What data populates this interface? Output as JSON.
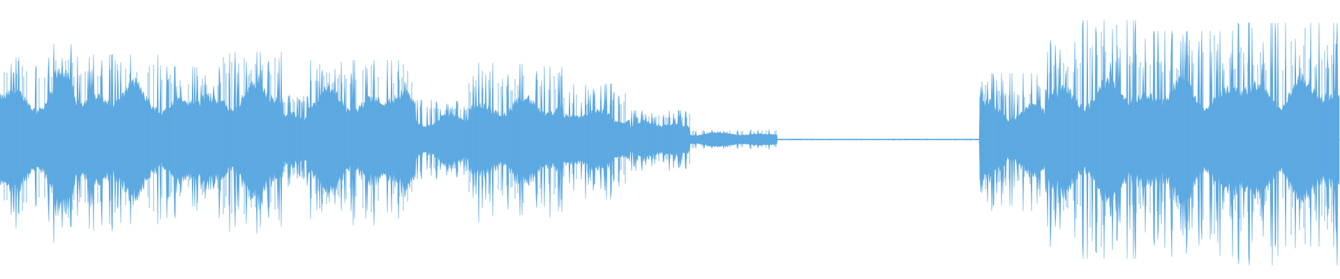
{
  "waveform": {
    "color": "#5DA9E1",
    "background": "#FFFFFF",
    "samples": 1920,
    "segments": [
      {
        "start": 0.0,
        "end": 0.04,
        "env": 0.46,
        "peak": 0.62
      },
      {
        "start": 0.04,
        "end": 0.055,
        "env": 0.58,
        "peak": 0.72
      },
      {
        "start": 0.055,
        "end": 0.12,
        "env": 0.47,
        "peak": 0.64
      },
      {
        "start": 0.12,
        "end": 0.165,
        "env": 0.4,
        "peak": 0.55
      },
      {
        "start": 0.165,
        "end": 0.21,
        "env": 0.48,
        "peak": 0.66
      },
      {
        "start": 0.21,
        "end": 0.23,
        "env": 0.28,
        "peak": 0.34
      },
      {
        "start": 0.23,
        "end": 0.31,
        "env": 0.42,
        "peak": 0.6
      },
      {
        "start": 0.31,
        "end": 0.35,
        "env": 0.22,
        "peak": 0.3
      },
      {
        "start": 0.35,
        "end": 0.42,
        "env": 0.36,
        "peak": 0.58
      },
      {
        "start": 0.42,
        "end": 0.47,
        "env": 0.26,
        "peak": 0.42
      },
      {
        "start": 0.47,
        "end": 0.515,
        "env": 0.16,
        "peak": 0.22
      },
      {
        "start": 0.515,
        "end": 0.58,
        "env": 0.06,
        "peak": 0.08
      },
      {
        "start": 0.58,
        "end": 0.731,
        "env": 0.004,
        "peak": 0.005
      },
      {
        "start": 0.731,
        "end": 0.78,
        "env": 0.32,
        "peak": 0.5
      },
      {
        "start": 0.78,
        "end": 0.85,
        "env": 0.5,
        "peak": 0.9
      },
      {
        "start": 0.85,
        "end": 0.92,
        "env": 0.5,
        "peak": 0.82
      },
      {
        "start": 0.92,
        "end": 1.0,
        "env": 0.52,
        "peak": 0.88
      }
    ]
  }
}
